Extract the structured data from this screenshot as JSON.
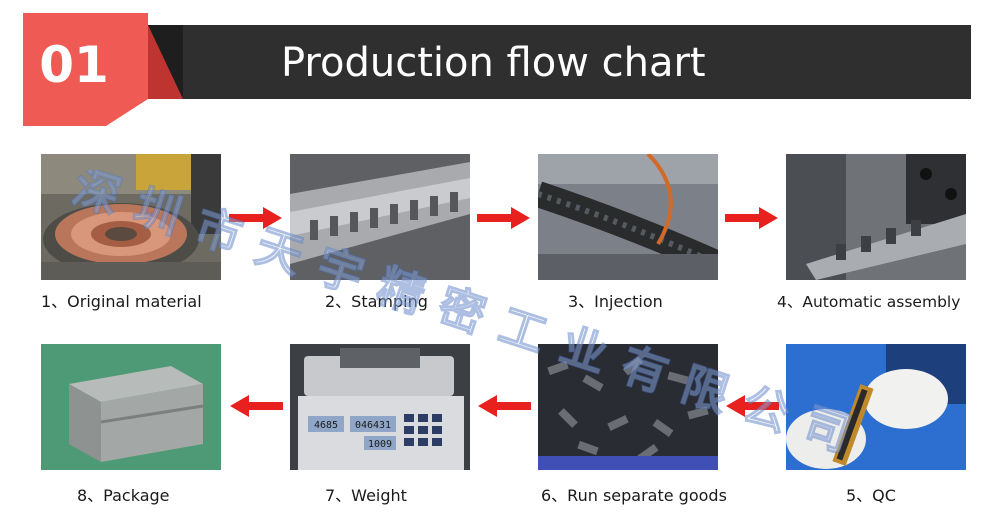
{
  "header": {
    "number": "01",
    "title": "Production flow chart",
    "badge_color": "#f05a55",
    "bar_color": "#2f2f2f"
  },
  "steps": [
    {
      "label": "1、Original material",
      "photo": "copper-coil-photo"
    },
    {
      "label": "2、Stamping",
      "photo": "stamped-metal-strip-photo"
    },
    {
      "label": "3、Injection",
      "photo": "injection-strip-photo"
    },
    {
      "label": "4、Automatic assembly",
      "photo": "assembly-machine-photo"
    },
    {
      "label": "5、QC",
      "photo": "gloved-inspection-photo"
    },
    {
      "label": "6、Run separate goods",
      "photo": "parts-pile-photo"
    },
    {
      "label": "7、Weight",
      "photo": "weighing-scale-photo"
    },
    {
      "label": "8、Package",
      "photo": "wrapped-package-photo"
    }
  ],
  "scale_display": [
    "4685",
    "046431",
    "1009"
  ],
  "arrow_color": "#e8201e",
  "watermark": "深圳市天宇精密工业有限公司"
}
